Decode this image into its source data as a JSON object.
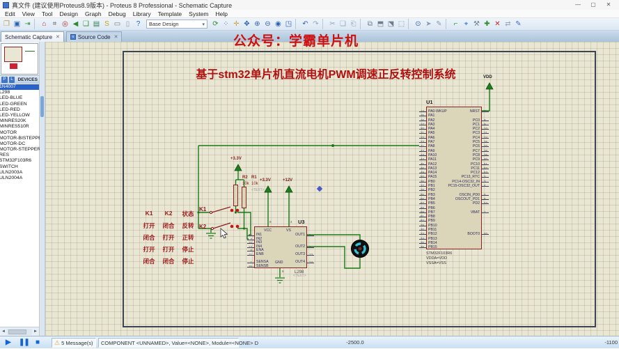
{
  "window": {
    "title": "真文件 (建议使用Proteus8.9版本)  - Proteus 8 Professional - Schematic Capture",
    "minimize": "—",
    "maximize": "▢",
    "close": "✕"
  },
  "menu": {
    "items": [
      "Edit",
      "View",
      "Tool",
      "Design",
      "Graph",
      "Debug",
      "Library",
      "Template",
      "System",
      "Help"
    ]
  },
  "toolbar": {
    "combo": {
      "value": "Base Design",
      "arrow": "▾"
    },
    "icons_left": [
      {
        "name": "open-folder-icon",
        "glyph": "❐",
        "color": "#c59a33"
      },
      {
        "name": "save-icon",
        "glyph": "▣",
        "color": "#2f62b5"
      },
      {
        "name": "import-icon",
        "glyph": "⇥",
        "color": "#3a8f3a"
      },
      {
        "sep": true
      },
      {
        "name": "home-icon",
        "glyph": "⌂",
        "color": "#b03030"
      },
      {
        "name": "junction-grid-icon",
        "glyph": "⌗",
        "color": "#555555"
      },
      {
        "name": "origin-icon",
        "glyph": "◎",
        "color": "#b03030"
      },
      {
        "name": "pan-icon",
        "glyph": "◀",
        "color": "#2e8b2e"
      },
      {
        "name": "messages-icon",
        "glyph": "❑",
        "color": "#2e8b2e"
      },
      {
        "name": "library-icon",
        "glyph": "▤",
        "color": "#2e7d4f"
      },
      {
        "name": "script-icon",
        "glyph": "S",
        "color": "#c9a21a"
      },
      {
        "name": "ruler-icon",
        "glyph": "▭",
        "color": "#777777"
      },
      {
        "name": "sheet-icon",
        "glyph": "▯",
        "color": "#999999"
      },
      {
        "name": "help-icon",
        "glyph": "?",
        "color": "#1560d4"
      }
    ],
    "icons_right": [
      {
        "name": "refresh-icon",
        "glyph": "⟳",
        "color": "#2e8b2e"
      },
      {
        "name": "grid-dots-icon",
        "glyph": "⁘",
        "color": "#4a74b0"
      },
      {
        "name": "false-origin-icon",
        "glyph": "✛",
        "color": "#c9a227"
      },
      {
        "name": "pan-view-icon",
        "glyph": "✥",
        "color": "#2f62b5"
      },
      {
        "name": "zoom-in-icon",
        "glyph": "⊕",
        "color": "#2f62b5"
      },
      {
        "name": "zoom-out-icon",
        "glyph": "⊖",
        "color": "#2f62b5"
      },
      {
        "name": "zoom-all-icon",
        "glyph": "◉",
        "color": "#2f62b5"
      },
      {
        "name": "zoom-area-icon",
        "glyph": "◳",
        "color": "#2f62b5"
      },
      {
        "sep": true
      },
      {
        "name": "undo-icon",
        "glyph": "↶",
        "color": "#2f62b5"
      },
      {
        "name": "redo-icon",
        "glyph": "↷",
        "color": "#93a5ba"
      },
      {
        "sep": true
      },
      {
        "name": "cut-icon",
        "glyph": "✂",
        "color": "#93a5ba"
      },
      {
        "name": "copy-icon",
        "glyph": "❏",
        "color": "#93a5ba"
      },
      {
        "name": "paste-icon",
        "glyph": "⎗",
        "color": "#93a5ba"
      },
      {
        "sep": true
      },
      {
        "name": "block-copy-icon",
        "glyph": "⧉",
        "color": "#6f7f90"
      },
      {
        "name": "block-move-icon",
        "glyph": "⬒",
        "color": "#6f7f90"
      },
      {
        "name": "block-rotate-icon",
        "glyph": "⬔",
        "color": "#6f7f90"
      },
      {
        "name": "block-delete-icon",
        "glyph": "⬚",
        "color": "#6f7f90"
      },
      {
        "sep": true
      },
      {
        "name": "search-tag-icon",
        "glyph": "⊙",
        "color": "#2f62b5"
      },
      {
        "name": "cursor-select-icon",
        "glyph": "➤",
        "color": "#8a9ab0"
      },
      {
        "name": "property-tool-icon",
        "glyph": "✎",
        "color": "#8a9ab0"
      },
      {
        "sep": true
      },
      {
        "name": "wire-autorouter-icon",
        "glyph": "⌐",
        "color": "#2e8b2e"
      },
      {
        "name": "search-component-icon",
        "glyph": "⌖",
        "color": "#1560d4"
      },
      {
        "name": "make-device-icon",
        "glyph": "⚒",
        "color": "#6f7f90"
      },
      {
        "name": "new-sheet-icon",
        "glyph": "✚",
        "color": "#2e8b2e"
      },
      {
        "name": "remove-sheet-icon",
        "glyph": "✕",
        "color": "#cc2222"
      },
      {
        "name": "goto-sheet-icon",
        "glyph": "⇄",
        "color": "#93a5ba"
      },
      {
        "name": "design-notes-icon",
        "glyph": "✎",
        "color": "#3a6fc4"
      }
    ]
  },
  "tabs": [
    {
      "label": "Schematic Capture",
      "close": "✕"
    },
    {
      "label": "Source Code",
      "close": "✕",
      "icon": "≡"
    }
  ],
  "banner": {
    "text": "公众号：学霸单片机"
  },
  "sidebar": {
    "header": {
      "p": "P",
      "l": "L",
      "title": "DEVICES"
    },
    "devices": [
      {
        "label": "1N4007",
        "selected": true
      },
      {
        "label": "L298"
      },
      {
        "label": "LED-BLUE"
      },
      {
        "label": "LED-GREEN"
      },
      {
        "label": "LED-RED"
      },
      {
        "label": "LED-YELLOW"
      },
      {
        "label": "MINRES20K"
      },
      {
        "label": "MINRES510R"
      },
      {
        "label": "MOTOR"
      },
      {
        "label": "MOTOR-BISTEPPER"
      },
      {
        "label": "MOTOR-DC"
      },
      {
        "label": "MOTOR-STEPPER"
      },
      {
        "label": "RES"
      },
      {
        "label": "STM32F103R6"
      },
      {
        "label": "SWITCH"
      },
      {
        "label": "ULN2003A"
      },
      {
        "label": "ULN2004A"
      }
    ],
    "hscroll": {
      "left": "◄",
      "right": "►"
    }
  },
  "schematic": {
    "title": "基于stm32单片机直流电机PWM调速正反转控制系统",
    "u1": {
      "ref": "U1",
      "footer": [
        "STM32F103R6",
        "VDDA=VDD",
        "VSSA=VSS"
      ],
      "left_pins": [
        {
          "n": "PA0-WKUP",
          "p": "14"
        },
        {
          "n": "PA1",
          "p": "15"
        },
        {
          "n": "PA2",
          "p": "16"
        },
        {
          "n": "PA3",
          "p": "17"
        },
        {
          "n": "PA4",
          "p": "20"
        },
        {
          "n": "PA5",
          "p": "21"
        },
        {
          "n": "PA6",
          "p": "22"
        },
        {
          "n": "PA7",
          "p": "23"
        },
        {
          "n": "PA8",
          "p": "41"
        },
        {
          "n": "PA9",
          "p": "42"
        },
        {
          "n": "PA10",
          "p": "43"
        },
        {
          "n": "PA11",
          "p": "44"
        },
        {
          "n": "PA12",
          "p": "45"
        },
        {
          "n": "PA13",
          "p": "46"
        },
        {
          "n": "PA14",
          "p": "49"
        },
        {
          "n": "PA15",
          "p": "50"
        },
        {
          "n": "PB0",
          "p": "26"
        },
        {
          "n": "PB1",
          "p": "27"
        },
        {
          "n": "PB2",
          "p": "28"
        },
        {
          "n": "PB3",
          "p": "55"
        },
        {
          "n": "PB4",
          "p": "56"
        },
        {
          "n": "PB5",
          "p": "57"
        },
        {
          "n": "PB6",
          "p": "58"
        },
        {
          "n": "PB7",
          "p": "59"
        },
        {
          "n": "PB8",
          "p": "61"
        },
        {
          "n": "PB9",
          "p": "62"
        },
        {
          "n": "PB10",
          "p": "29"
        },
        {
          "n": "PB11",
          "p": "30"
        },
        {
          "n": "PB12",
          "p": "33"
        },
        {
          "n": "PB13",
          "p": "34"
        },
        {
          "n": "PB14",
          "p": "35"
        },
        {
          "n": "PB15",
          "p": "36"
        }
      ],
      "right_pins": [
        {
          "n": "NRST",
          "p": "7"
        },
        {
          "n": "",
          "p": ""
        },
        {
          "n": "PC0",
          "p": "8"
        },
        {
          "n": "PC1",
          "p": "9"
        },
        {
          "n": "PC2",
          "p": "10"
        },
        {
          "n": "PC3",
          "p": "11"
        },
        {
          "n": "PC4",
          "p": "24"
        },
        {
          "n": "PC5",
          "p": "25"
        },
        {
          "n": "PC6",
          "p": "37"
        },
        {
          "n": "PC7",
          "p": "38"
        },
        {
          "n": "PC8",
          "p": "39"
        },
        {
          "n": "PC9",
          "p": "40"
        },
        {
          "n": "PC10",
          "p": "51"
        },
        {
          "n": "PC11",
          "p": "52"
        },
        {
          "n": "PC12",
          "p": "53"
        },
        {
          "n": "PC13_RTC",
          "p": "2"
        },
        {
          "n": "PC14-OSC32_IN",
          "p": "3"
        },
        {
          "n": "PC15-OSC32_OUT",
          "p": "4"
        },
        {
          "n": "",
          "p": ""
        },
        {
          "n": "OSCIN_PD0",
          "p": "5"
        },
        {
          "n": "OSCOUT_PD1",
          "p": "6"
        },
        {
          "n": "PD2",
          "p": "54"
        },
        {
          "n": "",
          "p": ""
        },
        {
          "n": "VBAT",
          "p": "1"
        },
        {
          "n": "",
          "p": ""
        },
        {
          "n": "",
          "p": ""
        },
        {
          "n": "",
          "p": ""
        },
        {
          "n": "",
          "p": ""
        },
        {
          "n": "BOOT0",
          "p": "60"
        },
        {
          "n": "",
          "p": ""
        },
        {
          "n": "",
          "p": ""
        },
        {
          "n": "",
          "p": ""
        }
      ]
    },
    "u3": {
      "ref": "U3",
      "part": "L298",
      "vcc": {
        "n": "VCC",
        "p": "9"
      },
      "vs": {
        "n": "VS",
        "p": "4"
      },
      "gnd": {
        "n": "GND",
        "p": "8"
      },
      "left_pins": [
        {
          "n": "IN1",
          "p": "5"
        },
        {
          "n": "IN2",
          "p": "7"
        },
        {
          "n": "IN3",
          "p": "10"
        },
        {
          "n": "IN4",
          "p": "12"
        },
        {
          "n": "ENA",
          "p": "6"
        },
        {
          "n": "ENB",
          "p": "11"
        },
        {
          "n": "",
          "p": ""
        },
        {
          "n": "SENSA",
          "p": "1"
        },
        {
          "n": "SENSB",
          "p": "15"
        }
      ],
      "right_pins": [
        {
          "n": "OUT1",
          "p": "2"
        },
        {
          "n": "",
          "p": ""
        },
        {
          "n": "",
          "p": ""
        },
        {
          "n": "OUT2",
          "p": "3"
        },
        {
          "n": "",
          "p": ""
        },
        {
          "n": "OUT3",
          "p": "13"
        },
        {
          "n": "",
          "p": ""
        },
        {
          "n": "OUT4",
          "p": "14"
        }
      ]
    },
    "resistors": {
      "r2": {
        "ref": "R2",
        "value": "10k"
      },
      "r1": {
        "ref": "R1",
        "value": "10k"
      },
      "placeholder": "<TEXT>"
    },
    "labels": {
      "vdd": "VDD",
      "v33_top": "+3.3V",
      "v33_mid": "+3.3V",
      "v12": "+12V",
      "k1": "K1",
      "k2": "K2",
      "text2": "<TEXT>"
    },
    "table": {
      "rows": [
        [
          "K1",
          "K2",
          "状态"
        ],
        [
          "打开",
          "闭合",
          "反转"
        ],
        [
          "闭合",
          "打开",
          "正转"
        ],
        [
          "打开",
          "打开",
          "停止"
        ],
        [
          "闭合",
          "闭合",
          "停止"
        ]
      ]
    }
  },
  "statusbar": {
    "play": "▶",
    "pause": "❚❚",
    "stop": "■",
    "warn": "⚠",
    "messages": "5 Message(s)",
    "component": "COMPONENT <UNNAMED>, Value=<NONE>, Module=<NONE> D",
    "coord_x": "-2500.0",
    "coord_y": "-1100"
  },
  "colors": {
    "accent_red": "#cc1111",
    "component_outline": "#8b2020",
    "wire_green": "#1a7a1a",
    "canvas_beige": "#eae6d4",
    "selection_blue": "#2a62c9",
    "motor_cyan": "#35c2d6"
  }
}
